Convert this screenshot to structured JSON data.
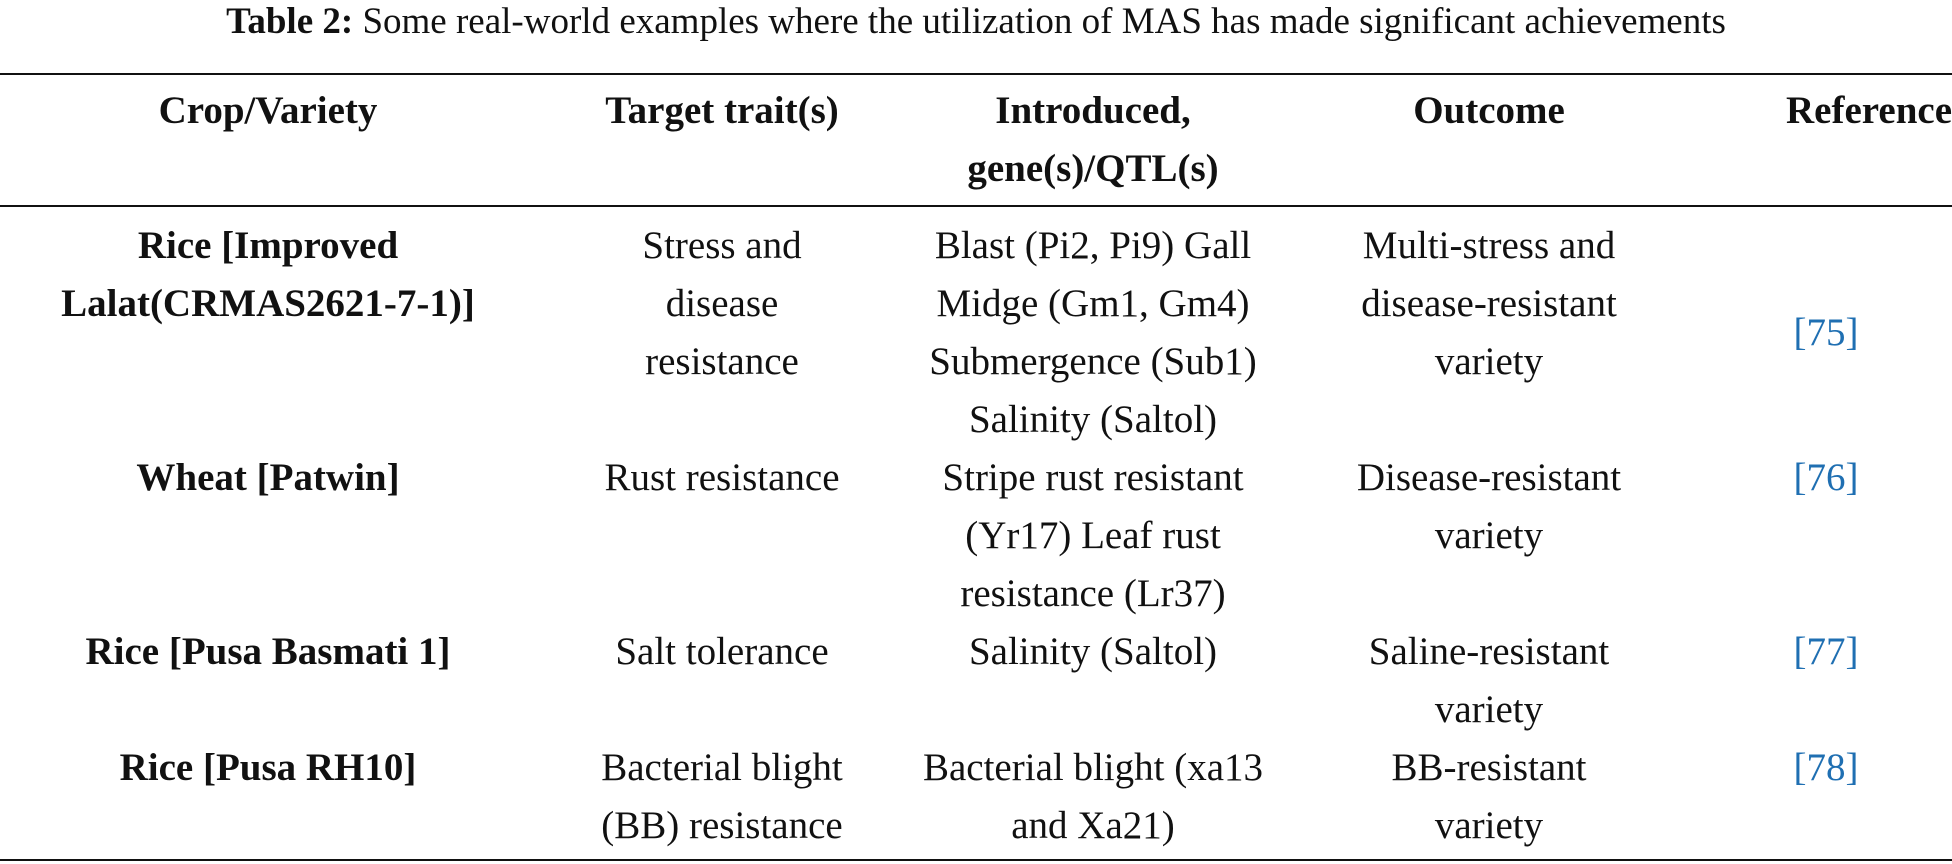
{
  "caption": {
    "label": "Table 2:",
    "text": "Some real-world examples where the utilization of MAS has made significant achievements"
  },
  "table": {
    "headers": [
      "Crop/Variety",
      "Target trait(s)",
      "Introduced, gene(s)/QTL(s)",
      "Outcome",
      "Reference"
    ],
    "rows": [
      {
        "crop": "Rice [Improved Lalat(CRMAS2621-7-1)]",
        "trait": "Stress and disease resistance",
        "genes": "Blast (Pi2, Pi9) Gall Midge (Gm1, Gm4) Submergence (Sub1) Salinity (Saltol)",
        "outcome": "Multi-stress and disease-resistant variety",
        "ref": "75"
      },
      {
        "crop": "Wheat [Patwin]",
        "trait": "Rust resistance",
        "genes": "Stripe rust resistant (Yr17) Leaf rust resistance (Lr37)",
        "outcome": "Disease-resistant variety",
        "ref": "76"
      },
      {
        "crop": "Rice [Pusa Basmati 1]",
        "trait": "Salt tolerance",
        "genes": "Salinity (Saltol)",
        "outcome": "Saline-resistant variety",
        "ref": "77"
      },
      {
        "crop": "Rice [Pusa RH10]",
        "trait": "Bacterial blight (BB) resistance",
        "genes": "Bacterial blight (xa13 and Xa21)",
        "outcome": "BB-resistant variety",
        "ref": "78"
      }
    ]
  },
  "colors": {
    "text": "#111111",
    "link": "#1f6fb2",
    "rule": "#111111"
  }
}
